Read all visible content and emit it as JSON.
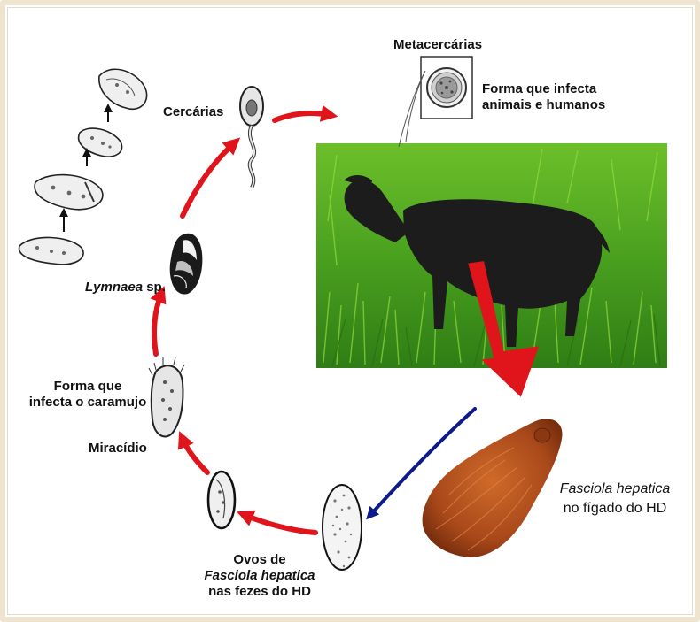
{
  "labels": {
    "metacercarias": "Metacercárias",
    "forma_infecta_l1": "Forma que infecta",
    "forma_infecta_l2": "animais e humanos",
    "cercarias": "Cercárias",
    "lymnaea_italic": "Lymnaea",
    "lymnaea_rest": " sp.",
    "forma_caramujo_l1": "Forma que",
    "forma_caramujo_l2": "infecta o caramujo",
    "miracidio": "Miracídio",
    "ovos_l1": "Ovos de",
    "ovos_l2": "Fasciola hepatica",
    "ovos_l3": "nas fezes do HD",
    "fasciola_l1": "Fasciola hepatica",
    "fasciola_l2": "no fígado do HD"
  },
  "colors": {
    "arrow_red": "#e0141b",
    "arrow_blue": "#0d1a8a",
    "fluke": "#b5521a",
    "grass": "#3f9a1e",
    "goat": "#1c1c1c"
  }
}
